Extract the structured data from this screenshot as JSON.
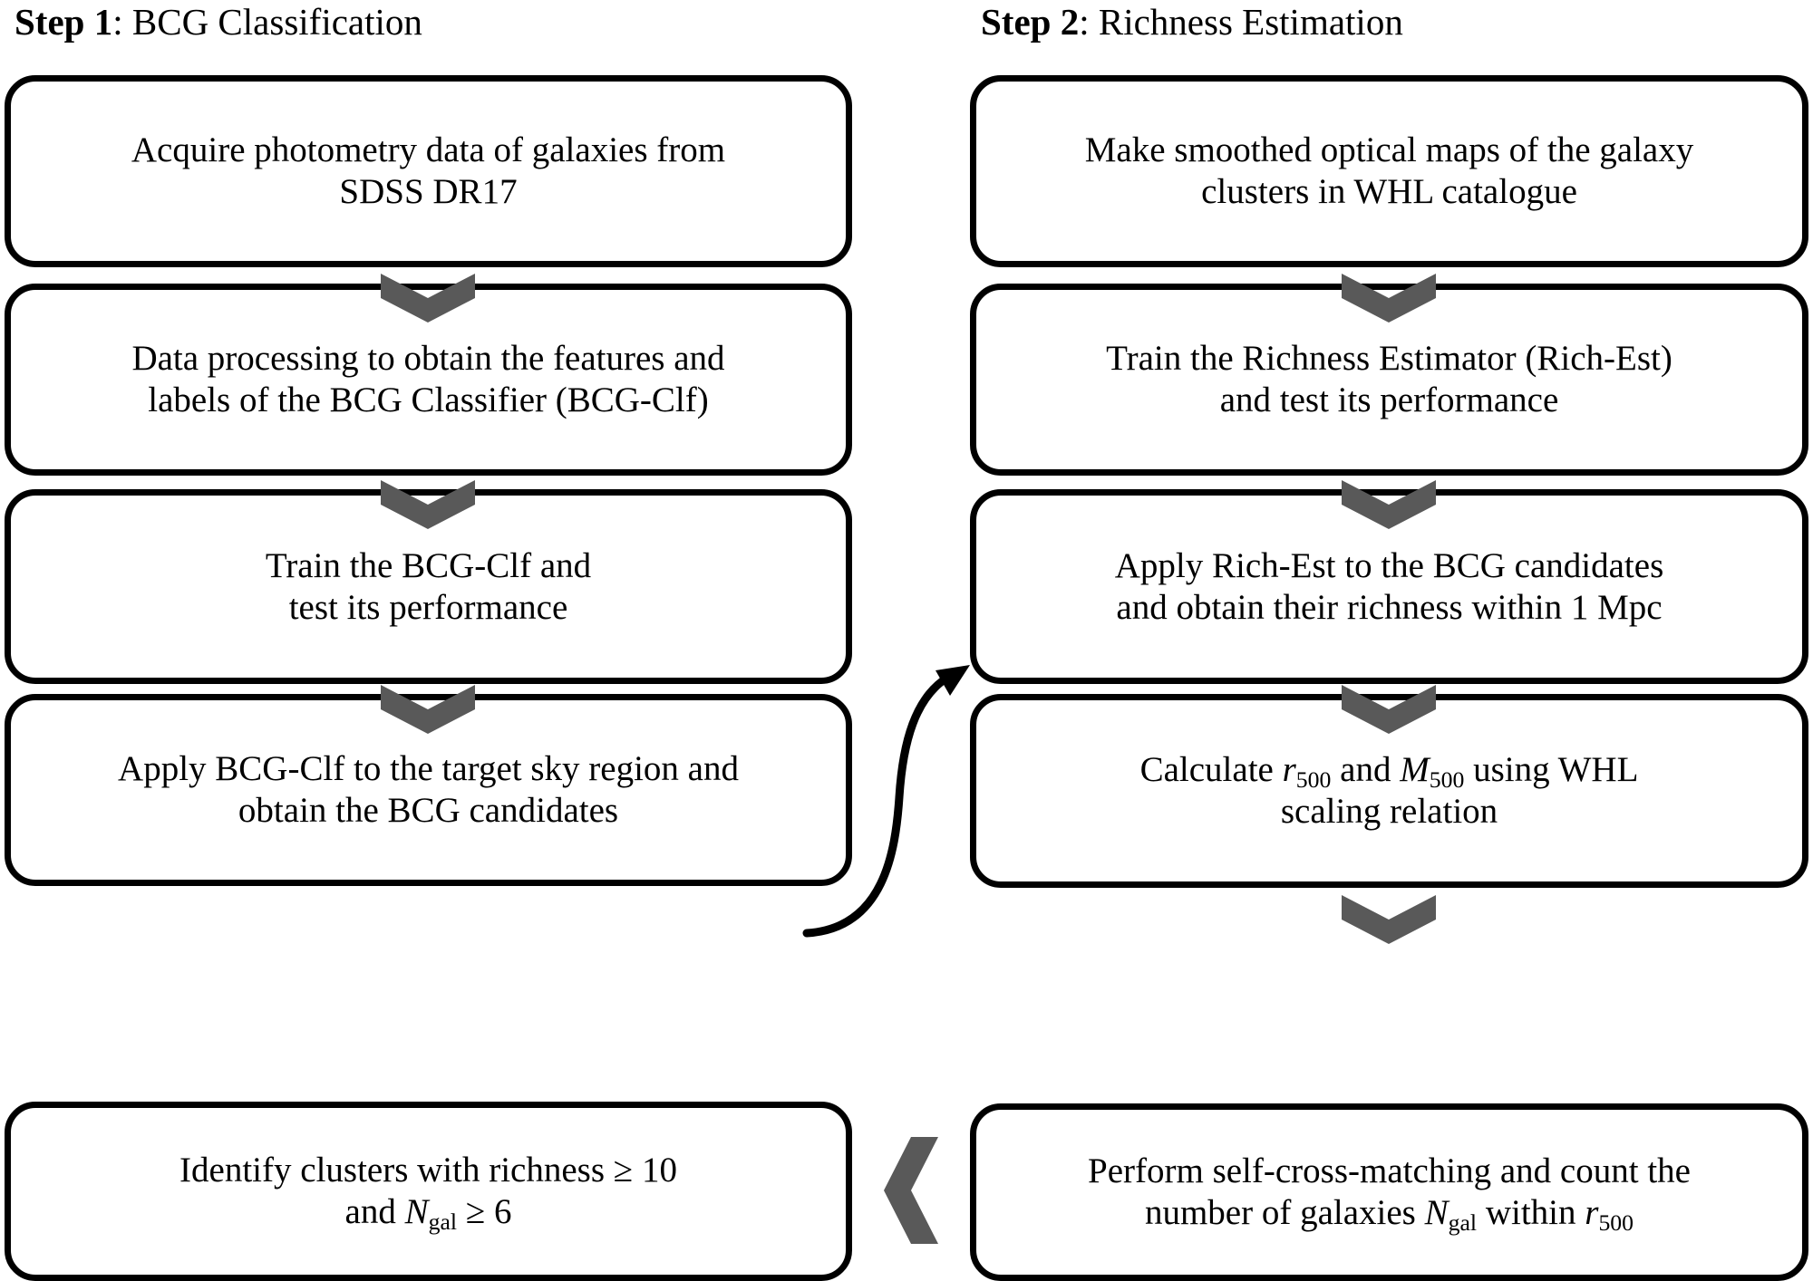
{
  "columns": [
    {
      "header_step": "Step 1",
      "header_sep": ": ",
      "header_title": "BCG Classification"
    },
    {
      "header_step": "Step 2",
      "header_sep": ": ",
      "header_title": "Richness Estimation"
    }
  ],
  "left_nodes": [
    {
      "line1": "Acquire photometry data of galaxies from",
      "line2": "SDSS DR17"
    },
    {
      "line1": "Data processing to obtain the features and",
      "line2": "labels of the BCG Classifier (BCG-Clf)"
    },
    {
      "line1": "Train the BCG-Clf and",
      "line2": "test its performance"
    },
    {
      "line1": "Apply BCG-Clf to the target sky region and",
      "line2": "obtain the BCG candidates"
    }
  ],
  "left_final_node": {
    "line1_a": "Identify clusters with richness ",
    "line1_ge": "≥",
    "line1_b": " 10",
    "line2_a": "and ",
    "line2_var": "N",
    "line2_sub": "gal",
    "line2_ge": " ≥ ",
    "line2_b": "6"
  },
  "right_nodes": [
    {
      "line1": "Make smoothed optical maps of the galaxy",
      "line2": "clusters in WHL catalogue"
    },
    {
      "line1": "Train the Richness Estimator (Rich-Est)",
      "line2": "and test its performance"
    },
    {
      "line1": "Apply Rich-Est to the BCG candidates",
      "line2": "and obtain their richness within 1 Mpc"
    }
  ],
  "right_calc_node": {
    "line1_a": "Calculate ",
    "line1_var1": "r",
    "line1_sub1": "500",
    "line1_mid": " and ",
    "line1_var2": "M",
    "line1_sub2": "500",
    "line1_b": " using WHL",
    "line2": "scaling relation"
  },
  "right_final_node": {
    "line1": "Perform self-cross-matching and count the",
    "line2_a": "number of galaxies ",
    "line2_var1": "N",
    "line2_sub1": "gal",
    "line2_mid": " within ",
    "line2_var2": "r",
    "line2_sub2": "500"
  },
  "connectors": {
    "chevron_color": "#595959",
    "arrow_color": "#000000",
    "down_chevron_name": "down-chevron-connector",
    "left_chevron_name": "left-chevron-connector",
    "curve_name": "curved-arrow-connector"
  },
  "theme": {
    "background": "#ffffff",
    "node_border": "#000000",
    "text_color": "#000000"
  }
}
